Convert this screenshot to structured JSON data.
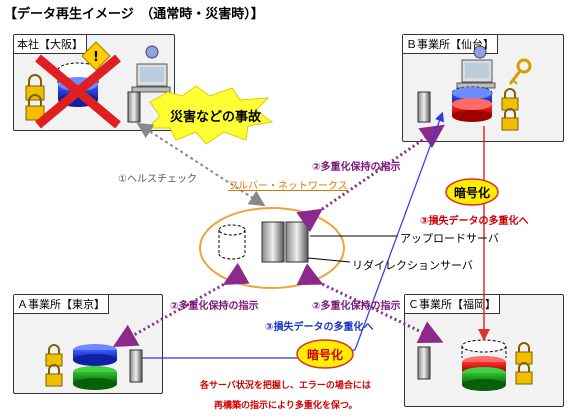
{
  "title": "【データ再生イメージ　（通常時・災害時）】",
  "sites": {
    "honsha": "本社【大阪】",
    "b": "Ｂ事業所【仙台】",
    "a": "Ａ事業所【東京】",
    "c": "Ｃ事業所【福岡】"
  },
  "disaster_text": "災害などの事故",
  "health_check": "①ヘルスチェック",
  "full_network": "フルバー・ネットワークス",
  "multiplex_instruction": "②多重化保持の指示",
  "lost_data_multiplex": "③損失データの多重化へ",
  "encryption": "暗号化",
  "upload_server": "アップロードサーバ",
  "redirection_server": "リダイレクションサーバ",
  "bottom_note_1": "各サーバ状況を把握し、エラーの場合には",
  "bottom_note_2": "再構築の指示により多重化を保つ。",
  "icons": [
    "lock-icon",
    "database-icon",
    "server-icon",
    "computer-icon",
    "key-icon",
    "warning-icon"
  ],
  "colors": {
    "purple_arrow": "#8b2a8b",
    "blue_arrow": "#2b3be0",
    "red_arrow": "#e03030",
    "encryption_fill": "#ffee00",
    "network_ellipse": "#f2a23a"
  }
}
